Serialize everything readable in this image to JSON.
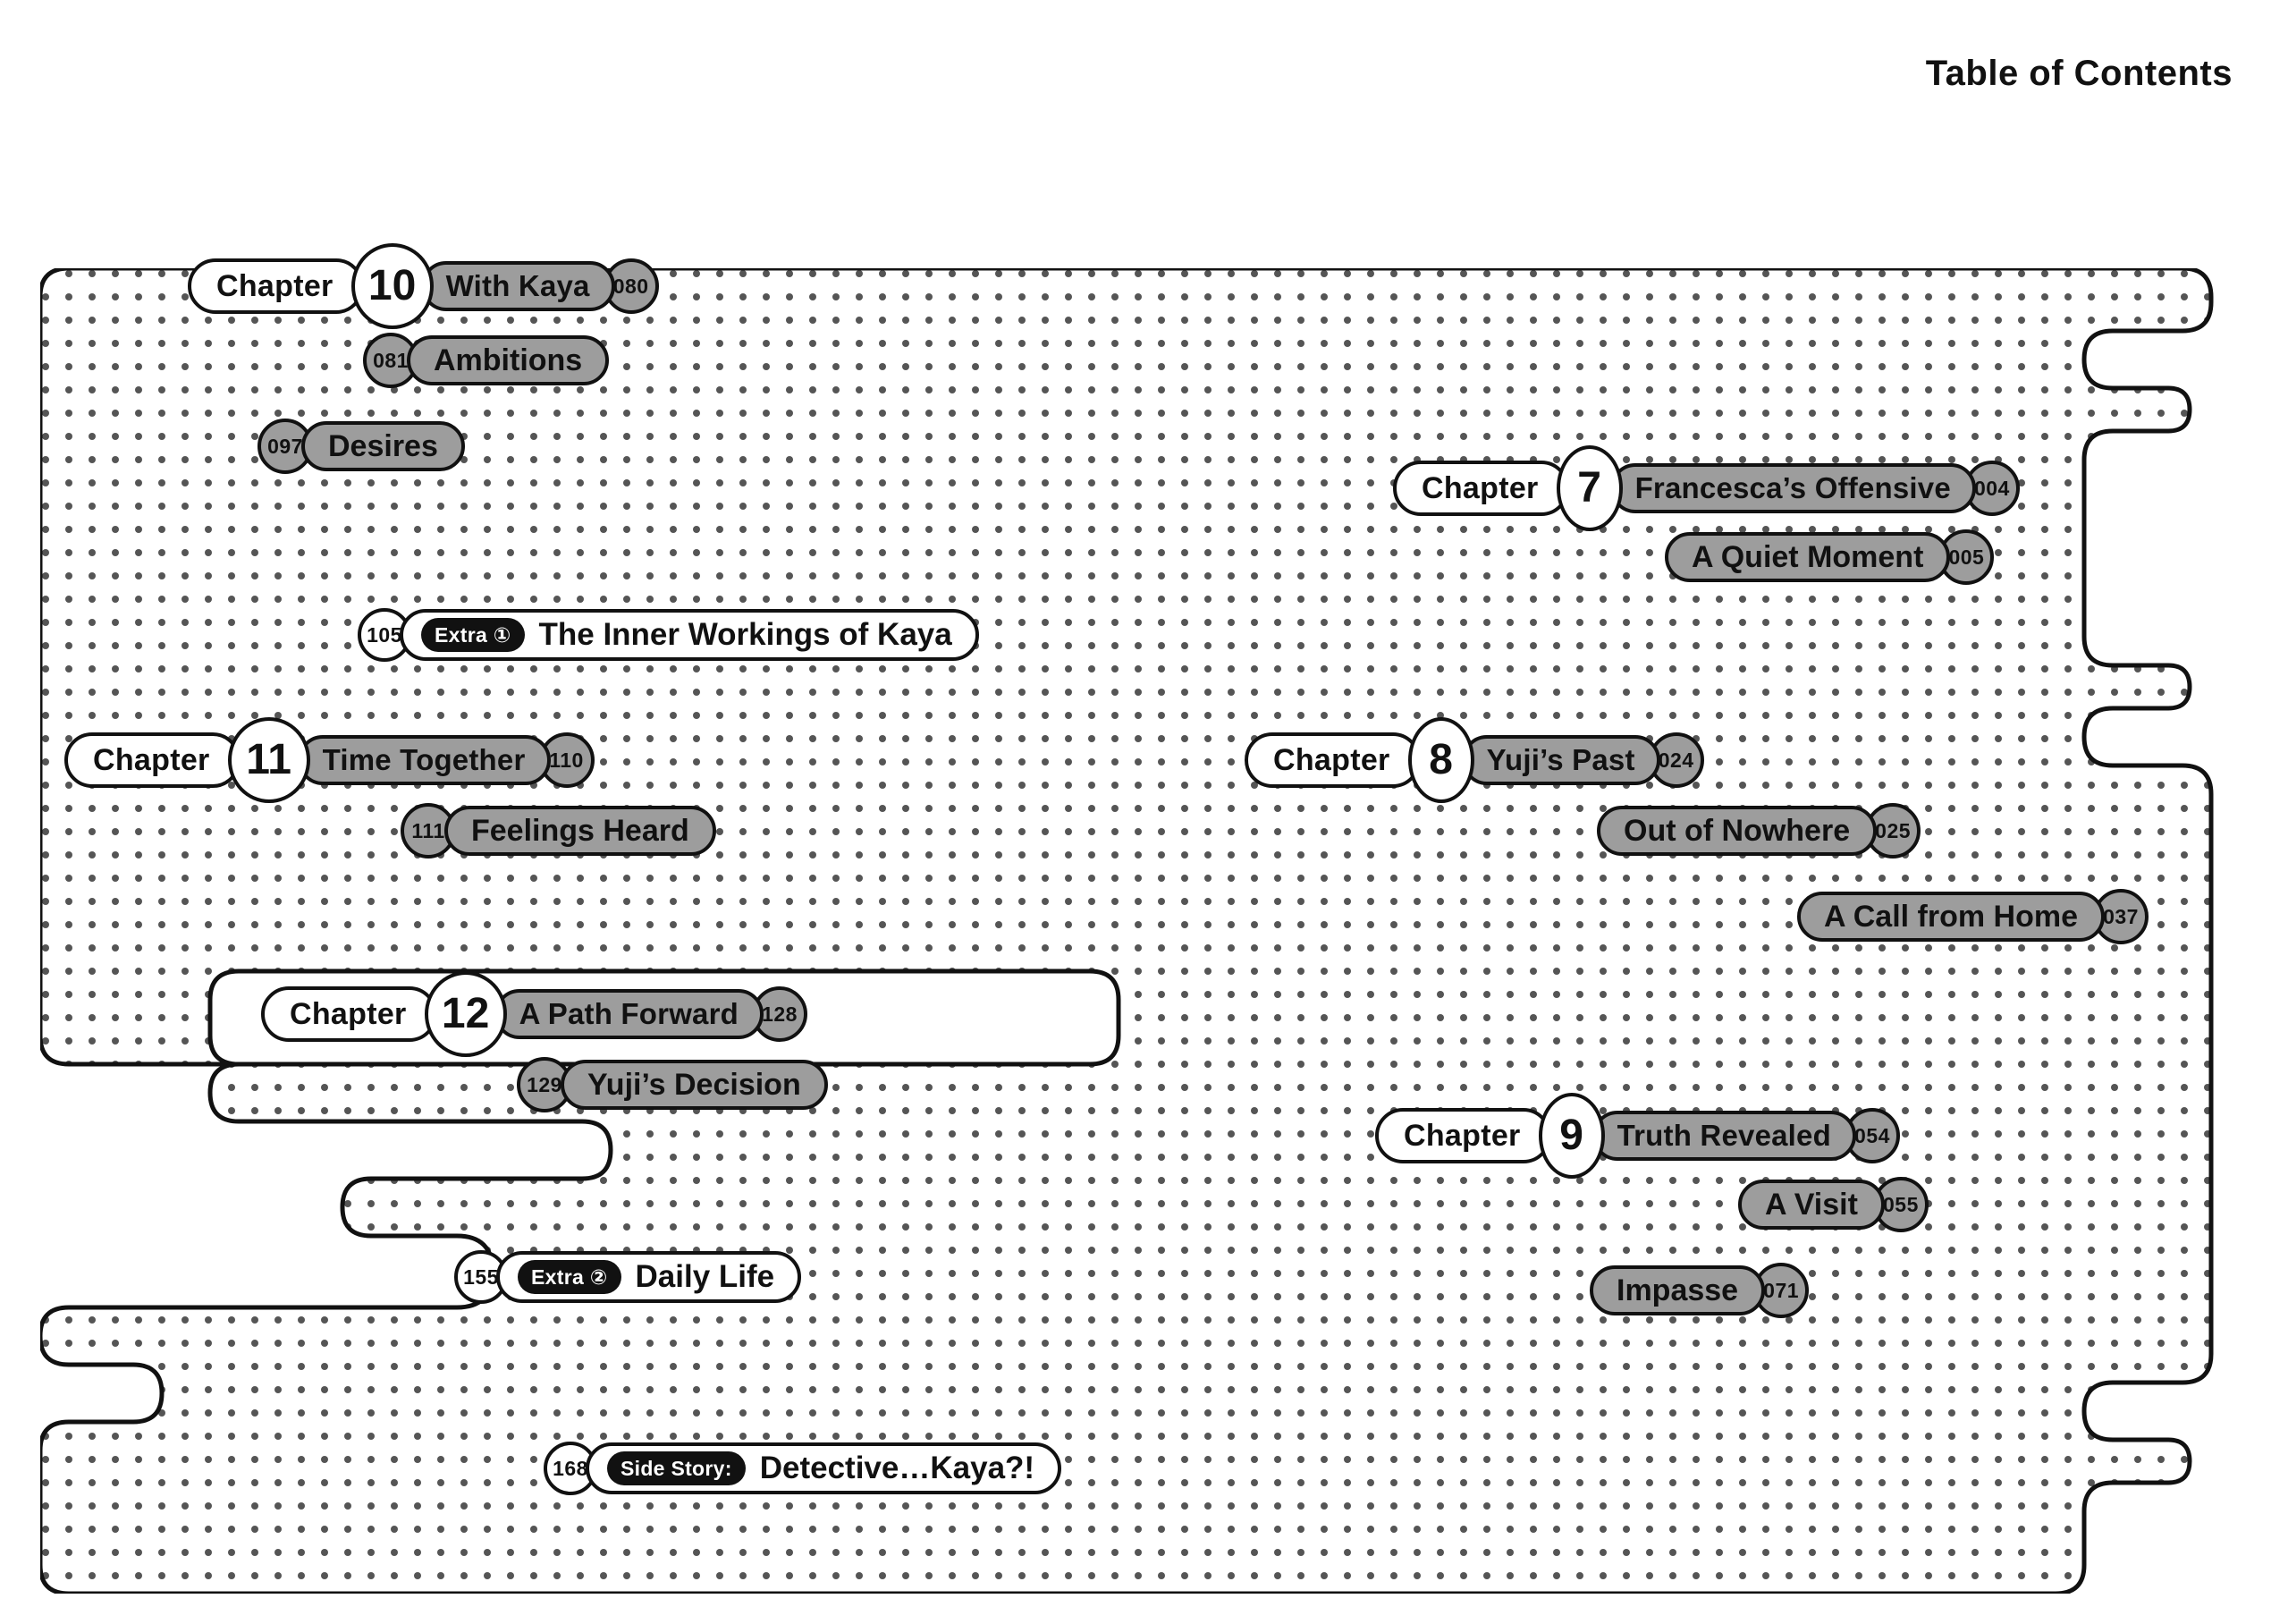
{
  "page": {
    "title": "Table of Contents",
    "colors": {
      "ink": "#111111",
      "grey_fill": "#9d9d9d",
      "paper": "#ffffff",
      "dot": "#555555"
    }
  },
  "panel": {
    "label_chapter": "Chapter"
  },
  "left_column": [
    {
      "kind": "chapter",
      "chapter_label": "Chapter",
      "number": "10",
      "title": "With Kaya",
      "page": "080"
    },
    {
      "kind": "sub",
      "page": "081",
      "title": "Ambitions"
    },
    {
      "kind": "sub",
      "page": "097",
      "title": "Desires"
    },
    {
      "kind": "extra",
      "page": "105",
      "badge": "Extra ①",
      "title": "The Inner Workings of Kaya"
    },
    {
      "kind": "chapter",
      "chapter_label": "Chapter",
      "number": "11",
      "title": "Time Together",
      "page": "110"
    },
    {
      "kind": "sub",
      "page": "111",
      "title": "Feelings Heard"
    },
    {
      "kind": "chapter",
      "chapter_label": "Chapter",
      "number": "12",
      "title": "A Path Forward",
      "page": "128"
    },
    {
      "kind": "sub",
      "page": "129",
      "title": "Yuji’s Decision"
    },
    {
      "kind": "extra",
      "page": "155",
      "badge": "Extra ②",
      "title": "Daily Life"
    },
    {
      "kind": "side",
      "page": "168",
      "badge": "Side Story:",
      "title": "Detective…Kaya?!"
    }
  ],
  "right_column": [
    {
      "kind": "chapter",
      "chapter_label": "Chapter",
      "number": "7",
      "title": "Francesca’s Offensive",
      "page": "004"
    },
    {
      "kind": "sub",
      "page": "005",
      "title": "A Quiet Moment"
    },
    {
      "kind": "chapter",
      "chapter_label": "Chapter",
      "number": "8",
      "title": "Yuji’s Past",
      "page": "024"
    },
    {
      "kind": "sub",
      "page": "025",
      "title": "Out of Nowhere"
    },
    {
      "kind": "sub",
      "page": "037",
      "title": "A Call from Home"
    },
    {
      "kind": "chapter",
      "chapter_label": "Chapter",
      "number": "9",
      "title": "Truth Revealed",
      "page": "054"
    },
    {
      "kind": "sub",
      "page": "055",
      "title": "A Visit"
    },
    {
      "kind": "sub",
      "page": "071",
      "title": "Impasse"
    }
  ]
}
